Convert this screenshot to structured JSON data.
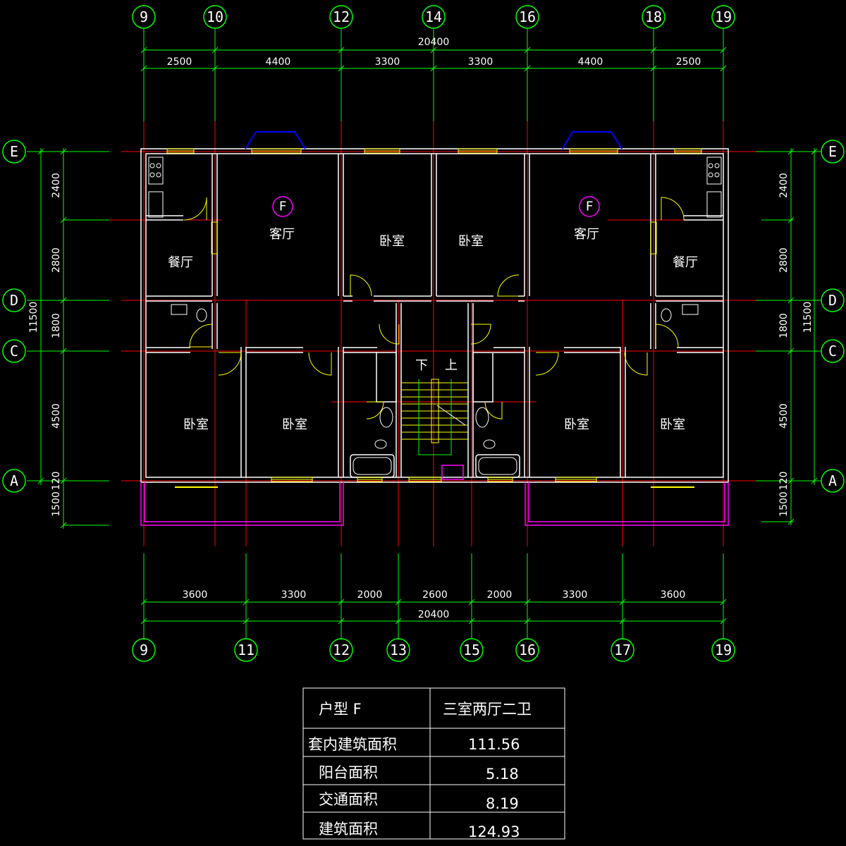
{
  "colors": {
    "background": "#000000",
    "wall": "#ffffff",
    "axis": "#ff0000",
    "dimension": "#00ff00",
    "window": "#ffff00",
    "balcony": "#ff00ff",
    "bay_window": "#0000ff",
    "unit_marker": "#ff00ff",
    "table_line": "#ffffff"
  },
  "top_axes": [
    "9",
    "10",
    "12",
    "14",
    "16",
    "18",
    "19"
  ],
  "bottom_axes": [
    "9",
    "11",
    "12",
    "13",
    "15",
    "16",
    "17",
    "19"
  ],
  "side_axes": [
    "E",
    "D",
    "C",
    "A"
  ],
  "top_dims": {
    "total": "20400",
    "segments": [
      "2500",
      "4400",
      "3300",
      "3300",
      "4400",
      "2500"
    ]
  },
  "bottom_dims": {
    "total": "20400",
    "segments": [
      "3600",
      "3300",
      "2000",
      "2600",
      "2000",
      "3300",
      "3600"
    ]
  },
  "side_dims": {
    "total": "11500",
    "segments": [
      "2400",
      "2800",
      "1800",
      "4500",
      "120",
      "1500"
    ]
  },
  "rooms": {
    "living": "客厅",
    "bedroom": "卧室",
    "dining": "餐厅"
  },
  "unit_marker": "F",
  "stair": {
    "down": "下",
    "up": "上"
  },
  "table": {
    "rows": [
      {
        "label": "户型 F",
        "value": "三室两厅二卫"
      },
      {
        "label": "套内建筑面积",
        "value": "111.56"
      },
      {
        "label": "阳台面积",
        "value": "5.18"
      },
      {
        "label": "交通面积",
        "value": "8.19"
      },
      {
        "label": "建筑面积",
        "value": "124.93"
      }
    ]
  }
}
